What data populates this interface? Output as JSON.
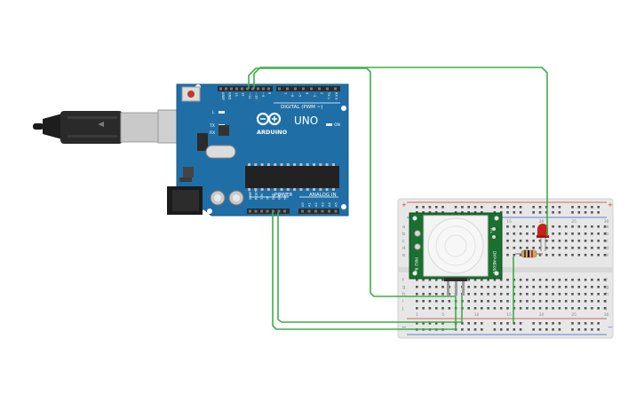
{
  "board": {
    "brand": "ARDUINO",
    "model": "UNO",
    "digital_label": "DIGITAL (PWM ~)",
    "power_label": "POWER",
    "analog_label": "ANALOG IN",
    "on_label": "ON",
    "l_label": "L",
    "tx_label": "TX",
    "rx_label": "RX",
    "top_pin_labels": [
      "AREF",
      "GND",
      "13",
      "12",
      "~11",
      "~10",
      "~9",
      "8",
      "7",
      "~6",
      "~5",
      "4",
      "~3",
      "2",
      "TX 1",
      "RX 0"
    ],
    "power_pin_labels": [
      "IOREF",
      "RESET",
      "3.3V",
      "5V",
      "GND",
      "GND",
      "Vin"
    ],
    "analog_pin_labels": [
      "A0",
      "A1",
      "A2",
      "A3",
      "A4",
      "A5"
    ]
  },
  "sensor": {
    "left_label": "PIR2 Res",
    "right_label": "DYP-ME003",
    "pins_label": "H L"
  },
  "breadboard": {
    "rail_plus": "+",
    "rail_minus": "−",
    "column_numbers": [
      "1",
      "5",
      "10",
      "15",
      "20",
      "25",
      "30"
    ],
    "row_letters_top": [
      "a",
      "b",
      "c",
      "d",
      "e"
    ],
    "row_letters_bottom": [
      "f",
      "g",
      "h",
      "i",
      "j"
    ]
  },
  "colors": {
    "board": "#1f6fa6",
    "wire": "#3fae49",
    "breadboard": "#e7e7e7",
    "sensor_pcb": "#1b6f30",
    "led": "#c8201a",
    "rail_red": "#d03a3a",
    "rail_blue": "#2f5fc8"
  }
}
